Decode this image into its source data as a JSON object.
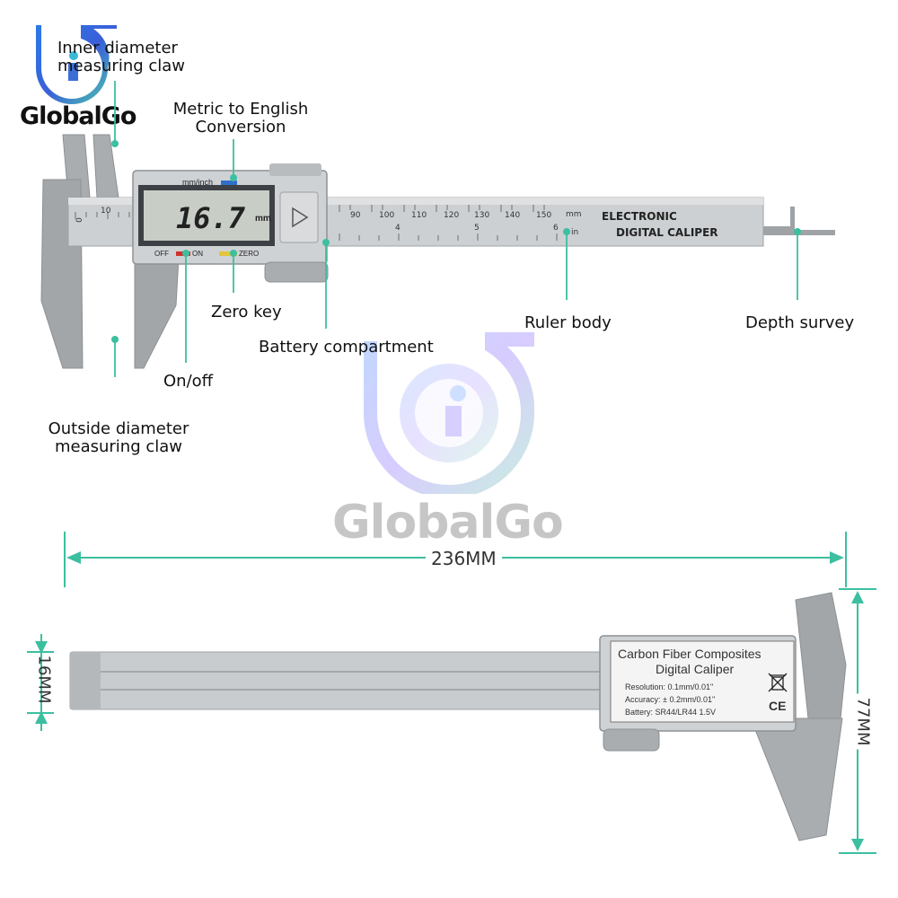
{
  "brand": {
    "name": "GlobalGo",
    "accent": "#7fd3c0"
  },
  "callouts": {
    "inner_claw": [
      "Inner diameter",
      "measuring claw"
    ],
    "metric_english": [
      "Metric to English",
      "Conversion"
    ],
    "zero_key": "Zero key",
    "battery": "Battery compartment",
    "ruler_body": "Ruler body",
    "depth_survey": "Depth survey",
    "on_off": "On/off",
    "outside_claw": [
      "Outside diameter",
      "measuring claw"
    ]
  },
  "caliper_front": {
    "display_reading": "16.7",
    "display_unit": "mm",
    "mode_label": "mm/inch",
    "off_label": "OFF",
    "on_label": "ON",
    "zero_label": "ZERO",
    "body_title_1": "ELECTRONIC",
    "body_title_2": "DIGITAL CALIPER",
    "mm_marker": "mm",
    "in_marker": "in",
    "left_scale": [
      "0",
      "10"
    ],
    "mm_scale": [
      "90",
      "100",
      "110",
      "120",
      "130",
      "140",
      "150"
    ],
    "in_scale": [
      "4",
      "5",
      "6"
    ]
  },
  "caliper_back": {
    "plate_title_1": "Carbon Fiber Composites",
    "plate_title_2": "Digital Caliper",
    "resolution": "Resolution: 0.1mm/0.01\"",
    "accuracy": "Accuracy: ± 0.2mm/0.01\"",
    "battery": "Battery: SR44/LR44 1.5V",
    "ce_mark": "CE"
  },
  "dimensions": {
    "length": "236MM",
    "width": "16MM",
    "height": "77MM"
  },
  "colors": {
    "teal": "#3cbfa0",
    "body_gray": "#c9cccf",
    "jaw_gray": "#9fa3a6",
    "lcd": "#c8cec6"
  }
}
